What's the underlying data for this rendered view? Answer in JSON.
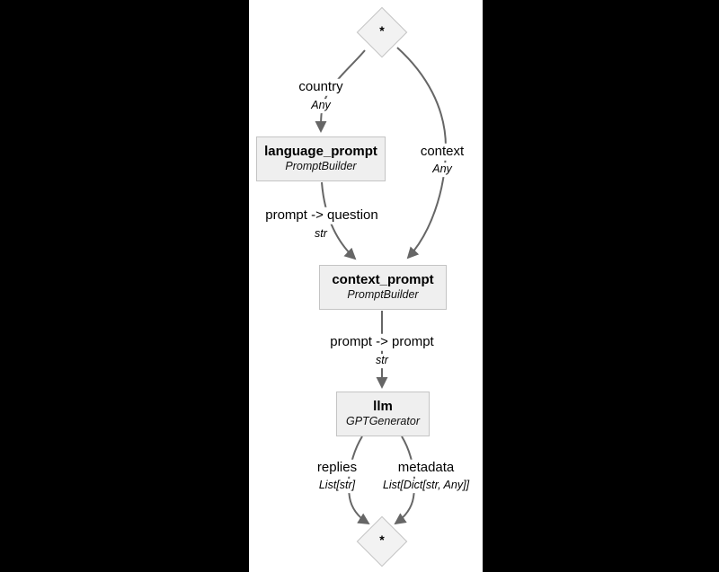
{
  "diagram": {
    "nodes": {
      "input": {
        "symbol": "*",
        "shape": "diamond"
      },
      "language_prompt": {
        "title": "language_prompt",
        "subtitle": "PromptBuilder"
      },
      "context_prompt": {
        "title": "context_prompt",
        "subtitle": "PromptBuilder"
      },
      "llm": {
        "title": "llm",
        "subtitle": "GPTGenerator"
      },
      "output": {
        "symbol": "*",
        "shape": "diamond"
      }
    },
    "edges": [
      {
        "from": "input",
        "to": "language_prompt",
        "label": "country",
        "type": "Any"
      },
      {
        "from": "input",
        "to": "context_prompt",
        "label": "context",
        "type": "Any"
      },
      {
        "from": "language_prompt",
        "to": "context_prompt",
        "label": "prompt -> question",
        "type": "str"
      },
      {
        "from": "context_prompt",
        "to": "llm",
        "label": "prompt -> prompt",
        "type": "str"
      },
      {
        "from": "llm",
        "to": "output",
        "label": "replies",
        "type": "List[str]"
      },
      {
        "from": "llm",
        "to": "output",
        "label": "metadata",
        "type": "List[Dict[str, Any]]"
      }
    ],
    "colors": {
      "page_bg": "#000000",
      "panel_bg": "#ffffff",
      "edge": "#666666",
      "node_fill": "#efefef",
      "node_border": "#c4c4c4",
      "text": "#000000"
    }
  }
}
